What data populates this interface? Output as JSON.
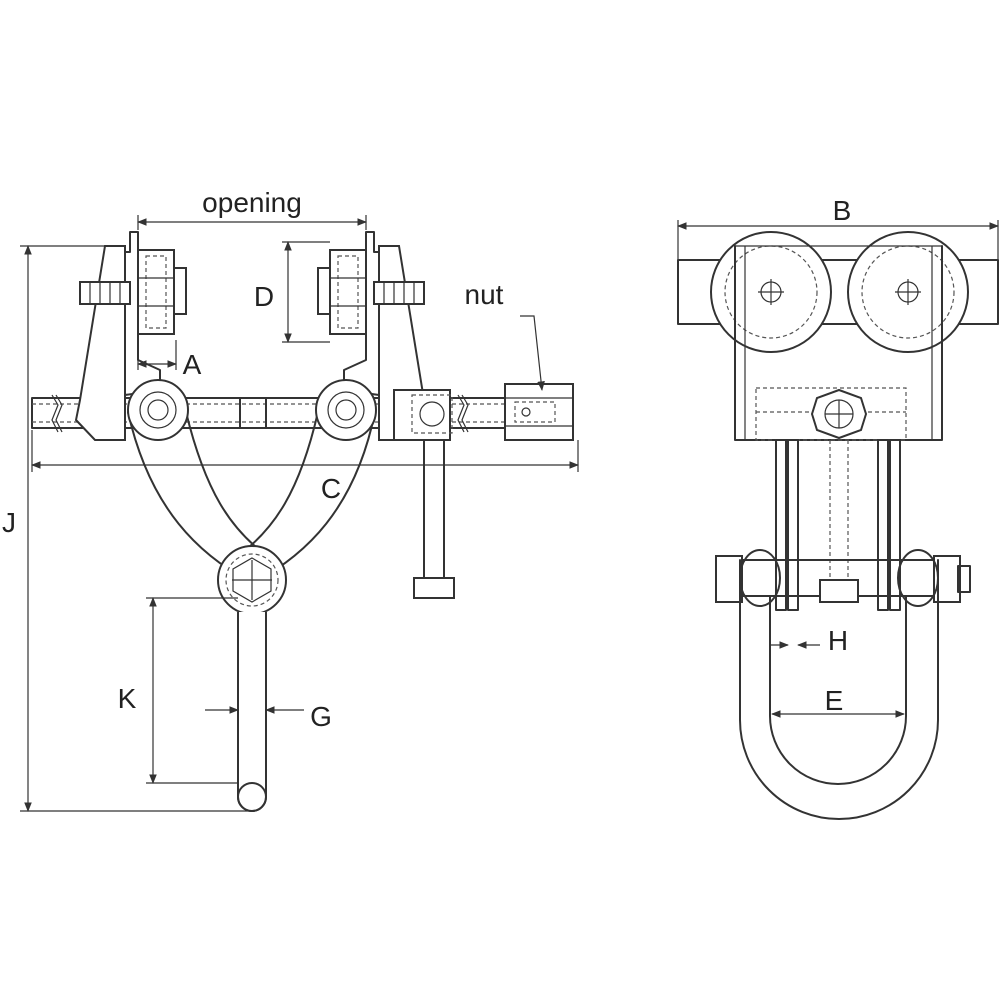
{
  "labels": {
    "opening": "opening",
    "A": "A",
    "B": "B",
    "C": "C",
    "D": "D",
    "E": "E",
    "G": "G",
    "H": "H",
    "J": "J",
    "K": "K",
    "nut": "nut"
  },
  "colors": {
    "line": "#333333",
    "background": "#ffffff"
  }
}
